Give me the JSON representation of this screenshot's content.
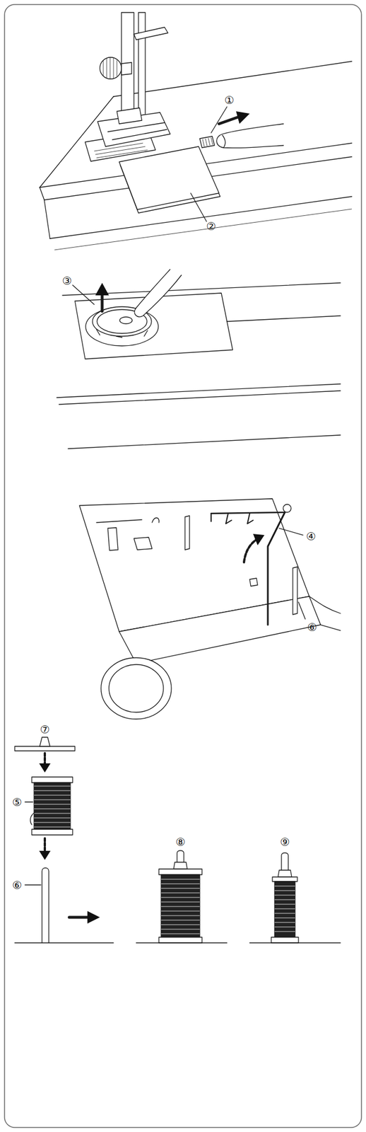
{
  "diagram": {
    "labels": [
      "①",
      "②",
      "③",
      "④",
      "⑥",
      "⑦",
      "⑤",
      "⑥",
      "⑧",
      "⑨"
    ]
  }
}
